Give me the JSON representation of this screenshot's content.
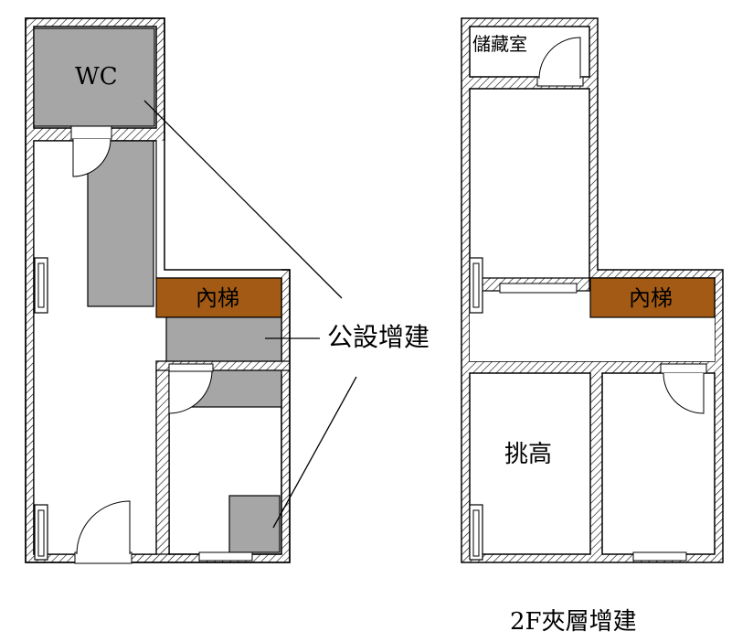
{
  "labels": {
    "wc": "WC",
    "stair_left": "內梯",
    "stair_right": "內梯",
    "public_addition": "公設增建",
    "storage": "儲藏室",
    "high_ceiling": "挑高",
    "caption": "2F夾層增建"
  },
  "colors": {
    "addition_fill": "#a6a6a6",
    "stair_fill": "#a25a15",
    "wall_stroke": "#000000",
    "background": "#ffffff"
  }
}
